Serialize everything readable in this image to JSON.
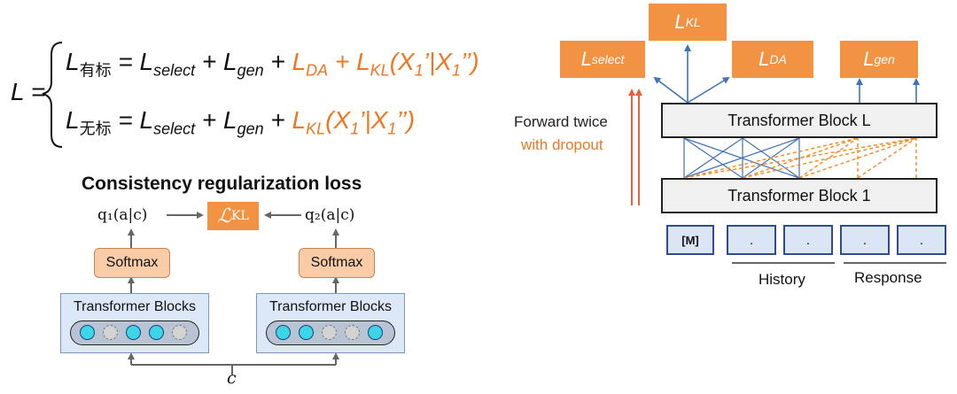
{
  "equation": {
    "lhs": "L =",
    "line1": {
      "l": "L",
      "sub": "有标",
      "eq": " = ",
      "s1": "L",
      "s1sub": "select",
      "plus1": " + ",
      "s2": "L",
      "s2sub": "gen",
      "plus2": " + ",
      "o1": "L",
      "o1sub": "DA",
      "plus3": " + ",
      "o2": "L",
      "o2sub": "KL",
      "arg": "(X",
      "arg1sub": "1",
      "argmid": "’|X",
      "arg2sub": "1",
      "argend": "’’)"
    },
    "line2": {
      "l": "L",
      "sub": "无标",
      "eq": " = ",
      "s1": "L",
      "s1sub": "select",
      "plus1": " + ",
      "s2": "L",
      "s2sub": "gen",
      "plus2": " + ",
      "o2": "L",
      "o2sub": "KL",
      "arg": "(X",
      "arg1sub": "1",
      "argmid": "’|X",
      "arg2sub": "1",
      "argend": "’’)"
    }
  },
  "left_diagram": {
    "title": "Consistency regularization loss",
    "q1": "q₁(a|c)",
    "q2": "q₂(a|c)",
    "kl_main": "ℒ",
    "kl_sub": "KL",
    "softmax": "Softmax",
    "transformer_blocks": "Transformer Blocks",
    "input": "c",
    "pill1_dots": [
      "on",
      "off",
      "on",
      "on",
      "off"
    ],
    "pill2_dots": [
      "on",
      "on",
      "off",
      "off",
      "on"
    ]
  },
  "right_diagram": {
    "loss_select": {
      "main": "L",
      "sub": "select"
    },
    "loss_kl": {
      "main": "L",
      "sub": "KL"
    },
    "loss_da": {
      "main": "L",
      "sub": "DA"
    },
    "loss_gen": {
      "main": "L",
      "sub": "gen"
    },
    "forward_text": "Forward twice",
    "dropout_text": "with dropout",
    "block_top": "Transformer Block L",
    "block_bottom": "Transformer Block 1",
    "tokens": [
      "[M]",
      ".",
      ".",
      ".",
      "."
    ],
    "history": "History",
    "response": "Response"
  },
  "colors": {
    "orange": "#f07722",
    "orange_box": "#f29344",
    "arrow_blue": "#3f72b8",
    "token_border": "#2f4c86"
  }
}
